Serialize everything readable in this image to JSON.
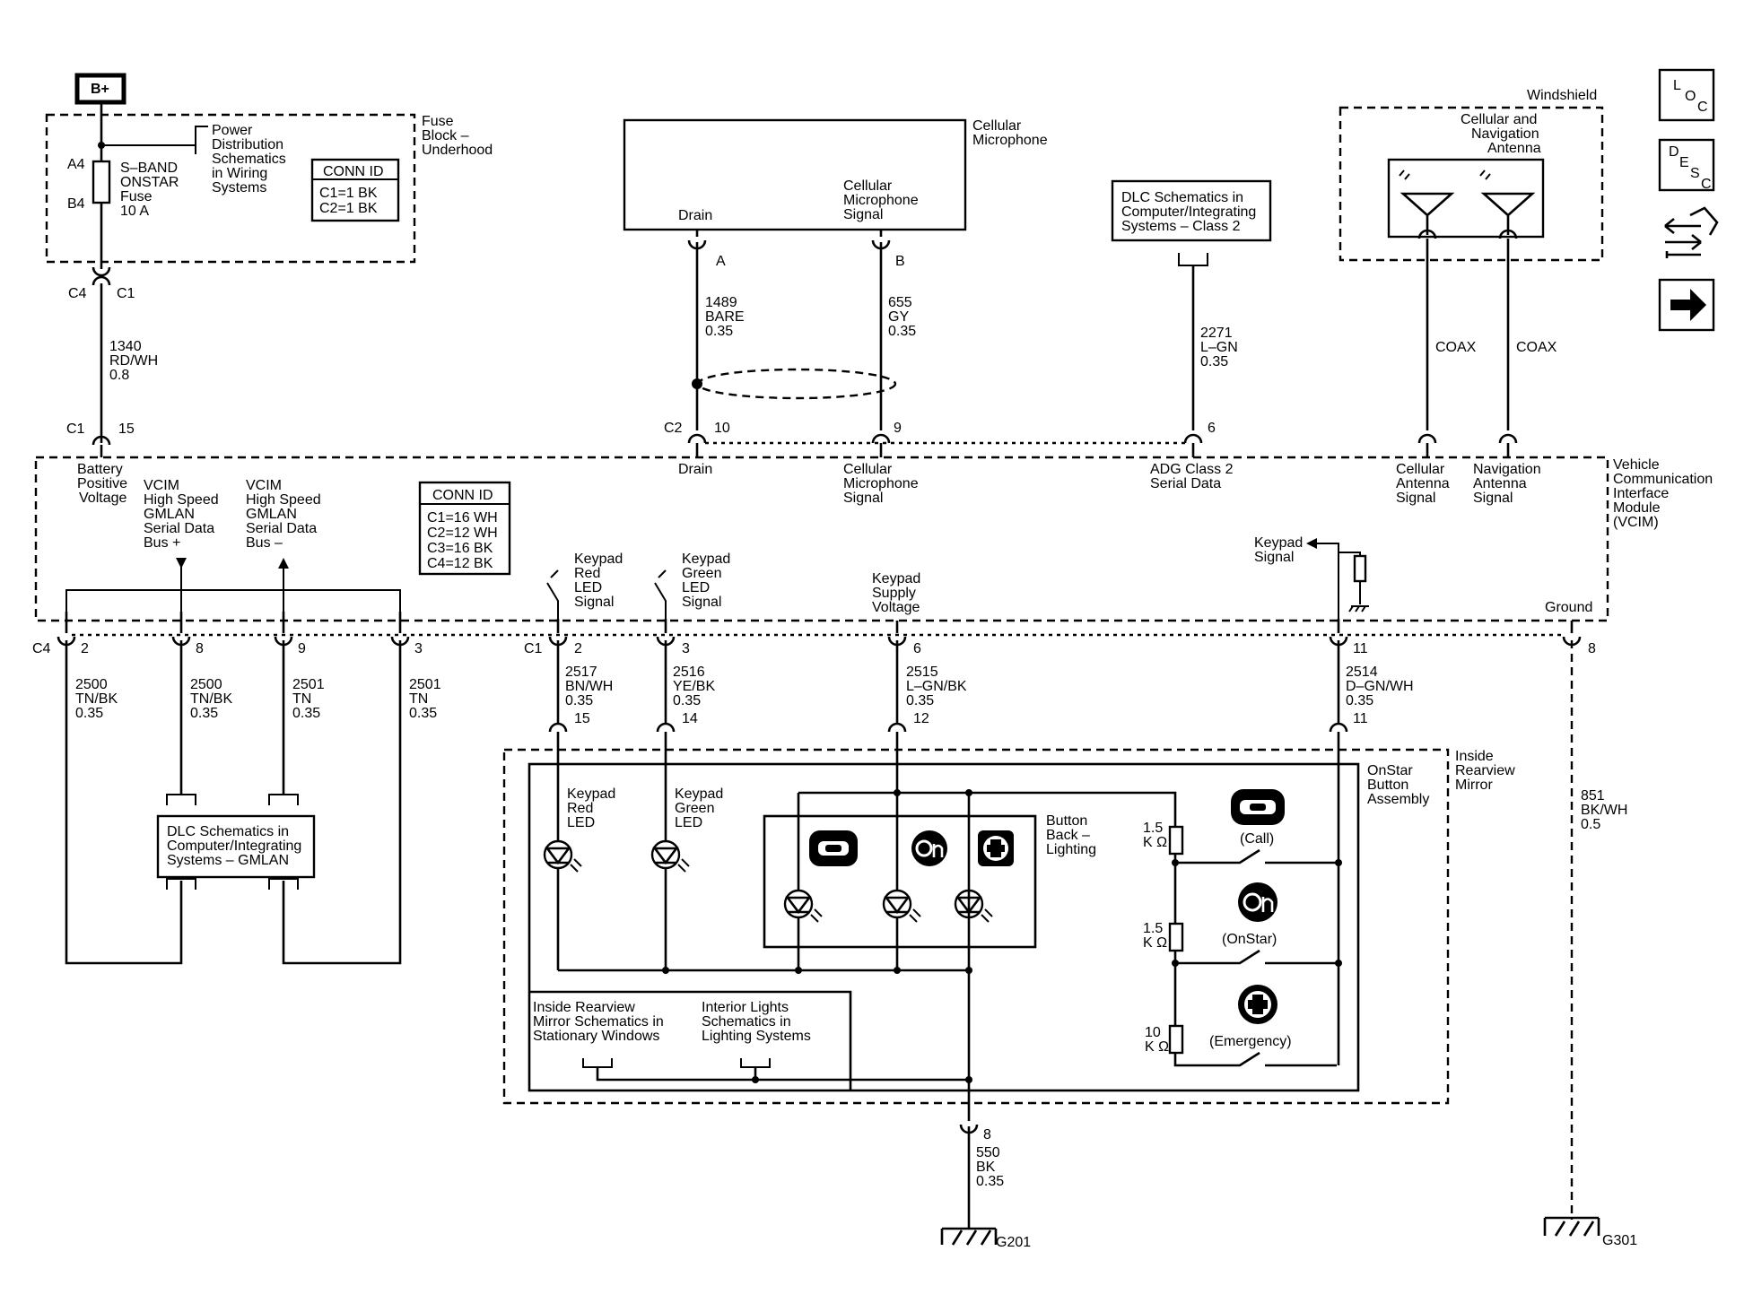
{
  "power": {
    "bplus": "B+"
  },
  "fuse_block": {
    "title": [
      "Fuse",
      "Block –",
      "Underhood"
    ],
    "pin_a": "A4",
    "pin_b": "B4",
    "fuse_label": [
      "S–BAND",
      "ONSTAR",
      "Fuse",
      "10 A"
    ],
    "power_ref": [
      "Power",
      "Distribution",
      "Schematics",
      "in Wiring",
      "Systems"
    ],
    "conn_id": {
      "header": "CONN ID",
      "rows": [
        "C1=1 BK",
        "C2=1 BK"
      ]
    },
    "connector": [
      "C4",
      "C1"
    ]
  },
  "wire_1340": {
    "label": [
      "1340",
      "RD/WH",
      "0.8"
    ],
    "conn": "C1",
    "pin": "15"
  },
  "microphone": {
    "title": [
      "Cellular",
      "Microphone"
    ],
    "drain": "Drain",
    "signal": [
      "Cellular",
      "Microphone",
      "Signal"
    ],
    "pin_a": "A",
    "pin_b": "B",
    "wire_a": [
      "1489",
      "BARE",
      "0.35"
    ],
    "wire_b": [
      "655",
      "GY",
      "0.35"
    ]
  },
  "dlc_class2": {
    "label": [
      "DLC Schematics in",
      "Computer/Integrating",
      "Systems – Class 2"
    ],
    "wire": [
      "2271",
      "L–GN",
      "0.35"
    ],
    "pin": "6"
  },
  "windshield": {
    "title": "Windshield",
    "antenna": [
      "Cellular and",
      "Navigation",
      "Antenna"
    ],
    "coax1": "COAX",
    "coax2": "COAX"
  },
  "nav_icons": {
    "loc": [
      "L",
      "O",
      "C"
    ],
    "desc": [
      "D",
      "E",
      "S",
      "C"
    ]
  },
  "vcim": {
    "title": [
      "Vehicle",
      "Communication",
      "Interface",
      "Module",
      "(VCIM)"
    ],
    "c2": "C2",
    "pin_10": "10",
    "pin_9": "9",
    "drain": "Drain",
    "mic_signal": [
      "Cellular",
      "Microphone",
      "Signal"
    ],
    "adg": [
      "ADG Class 2",
      "Serial Data"
    ],
    "cell_ant": [
      "Cellular",
      "Antenna",
      "Signal"
    ],
    "nav_ant": [
      "Navigation",
      "Antenna",
      "Signal"
    ],
    "battery": [
      "Battery",
      "Positive",
      "Voltage"
    ],
    "gmlan_plus": [
      "VCIM",
      "High Speed",
      "GMLAN",
      "Serial Data",
      "Bus +"
    ],
    "gmlan_minus": [
      "VCIM",
      "High Speed",
      "GMLAN",
      "Serial Data",
      "Bus –"
    ],
    "conn_id": {
      "header": "CONN ID",
      "rows": [
        "C1=16 WH",
        "C2=12 WH",
        "C3=16 BK",
        "C4=12 BK"
      ]
    },
    "red_led": [
      "Keypad",
      "Red",
      "LED",
      "Signal"
    ],
    "green_led": [
      "Keypad",
      "Green",
      "LED",
      "Signal"
    ],
    "supply": [
      "Keypad",
      "Supply",
      "Voltage"
    ],
    "keypad_signal": [
      "Keypad",
      "Signal"
    ],
    "ground": "Ground"
  },
  "lower_pins": {
    "c4": "C4",
    "c1": "C1",
    "p2a": "2",
    "p8": "8",
    "p9": "9",
    "p3a": "3",
    "p2b": "2",
    "p3b": "3",
    "p6": "6",
    "p11": "11",
    "pgnd": "8"
  },
  "wires": {
    "w2500a": [
      "2500",
      "TN/BK",
      "0.35"
    ],
    "w2500b": [
      "2500",
      "TN/BK",
      "0.35"
    ],
    "w2501a": [
      "2501",
      "TN",
      "0.35"
    ],
    "w2501b": [
      "2501",
      "TN",
      "0.35"
    ],
    "w2517": [
      "2517",
      "BN/WH",
      "0.35"
    ],
    "w2516": [
      "2516",
      "YE/BK",
      "0.35"
    ],
    "w2515": [
      "2515",
      "L–GN/BK",
      "0.35"
    ],
    "w2514": [
      "2514",
      "D–GN/WH",
      "0.35"
    ],
    "w851": [
      "851",
      "BK/WH",
      "0.5"
    ],
    "w550": [
      "550",
      "BK",
      "0.35"
    ]
  },
  "dlc_gmlan": {
    "label": [
      "DLC Schematics in",
      "Computer/Integrating",
      "Systems – GMLAN"
    ]
  },
  "mirror": {
    "title": [
      "Inside",
      "Rearview",
      "Mirror"
    ],
    "assembly": [
      "OnStar",
      "Button",
      "Assembly"
    ],
    "pin_15": "15",
    "pin_14": "14",
    "pin_12": "12",
    "pin_11": "11",
    "pin_8": "8",
    "red_led": [
      "Keypad",
      "Red",
      "LED"
    ],
    "green_led": [
      "Keypad",
      "Green",
      "LED"
    ],
    "backlight": [
      "Button",
      "Back –",
      "Lighting"
    ],
    "r1": [
      "1.5",
      "K Ω"
    ],
    "r2": [
      "1.5",
      "K Ω"
    ],
    "r3": [
      "10",
      "K Ω"
    ],
    "call": "(Call)",
    "onstar": "(OnStar)",
    "emergency": "(Emergency)",
    "mirror_ref": [
      "Inside Rearview",
      "Mirror Schematics in",
      "Stationary Windows"
    ],
    "lights_ref": [
      "Interior Lights",
      "Schematics in",
      "Lighting Systems"
    ]
  },
  "grounds": {
    "g201": "G201",
    "g301": "G301"
  }
}
